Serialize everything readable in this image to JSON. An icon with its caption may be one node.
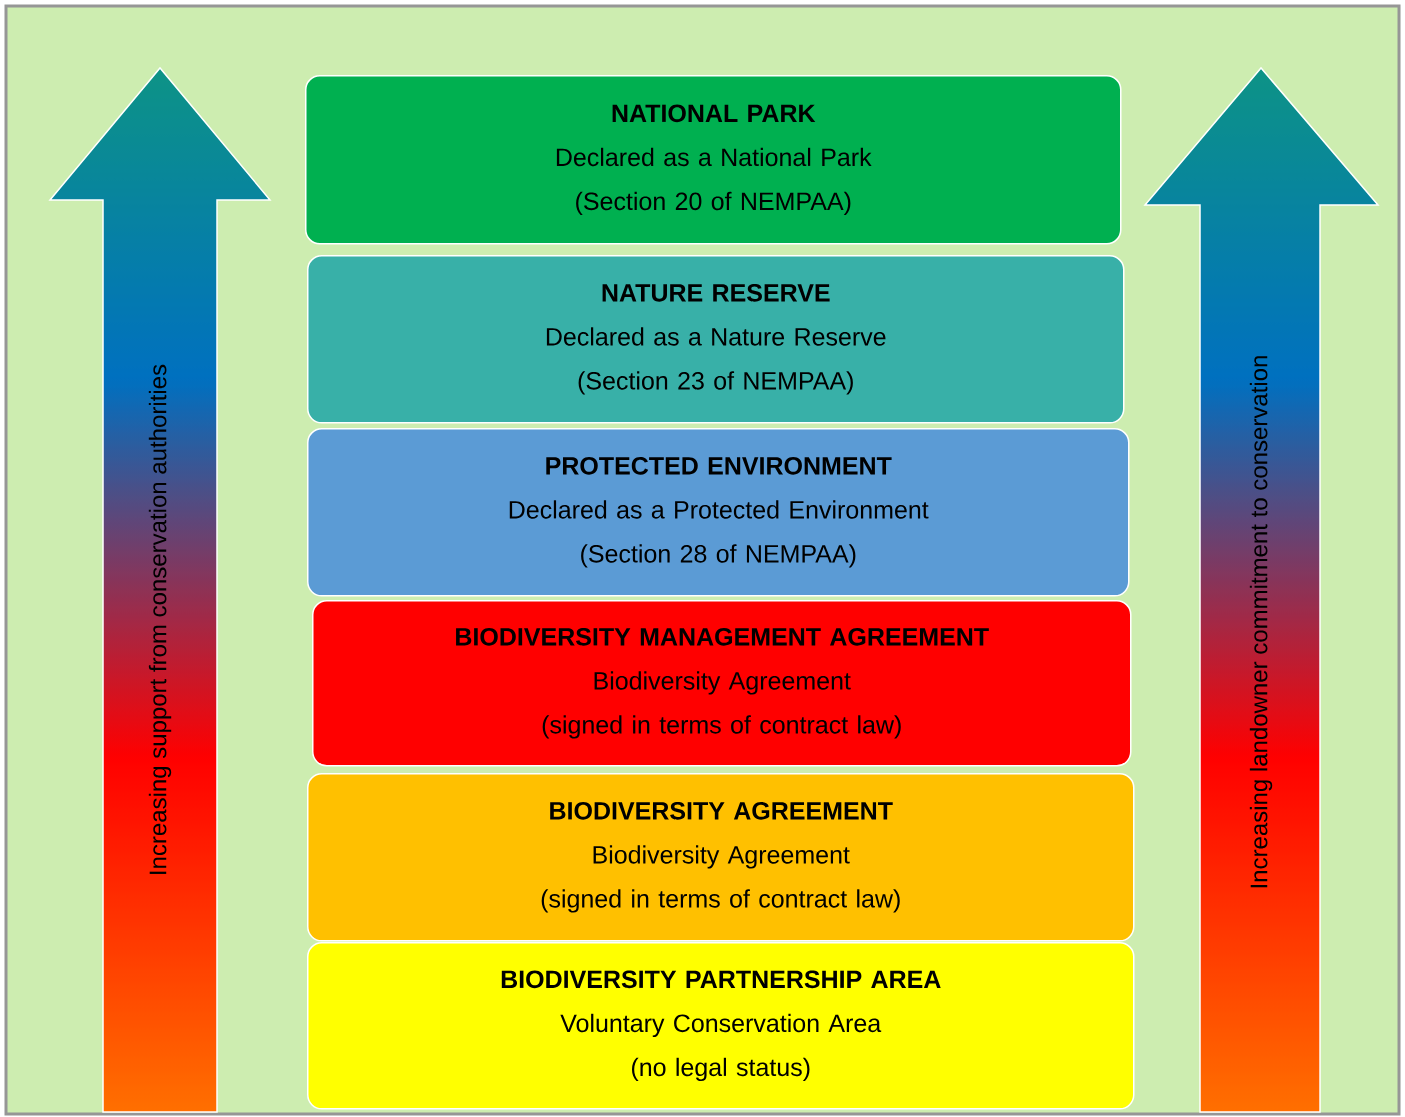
{
  "diagram": {
    "nodes": [
      {
        "text": [
          "NATIONAL PARK",
          "Declared as a National Park",
          "(Section 20 of NEMPAA)"
        ]
      },
      {
        "text": [
          "NATURE RESERVE",
          "Declared as a Nature Reserve",
          "(Section 23 of NEMPAA)"
        ]
      },
      {
        "text": [
          "PROTECTED ENVIRONMENT",
          "Declared as a Protected Environment",
          "(Section 28 of NEMPAA)"
        ]
      },
      {
        "text": [
          "BIODIVERSITY MANAGEMENT AGREEMENT",
          "Biodiversity Agreement",
          "(signed in terms of contract law)"
        ]
      },
      {
        "text": [
          "BIODIVERSITY AGREEMENT",
          "Biodiversity Agreement",
          "(signed in terms of contract law)"
        ]
      },
      {
        "text": [
          "BIODIVERSITY PARTNERSHIP AREA",
          "Voluntary Conservation Area",
          "(no legal status)"
        ]
      }
    ],
    "labels": [
      "Increasing support from conservation authorities",
      "Increasing landowner commitment to conservation"
    ]
  }
}
